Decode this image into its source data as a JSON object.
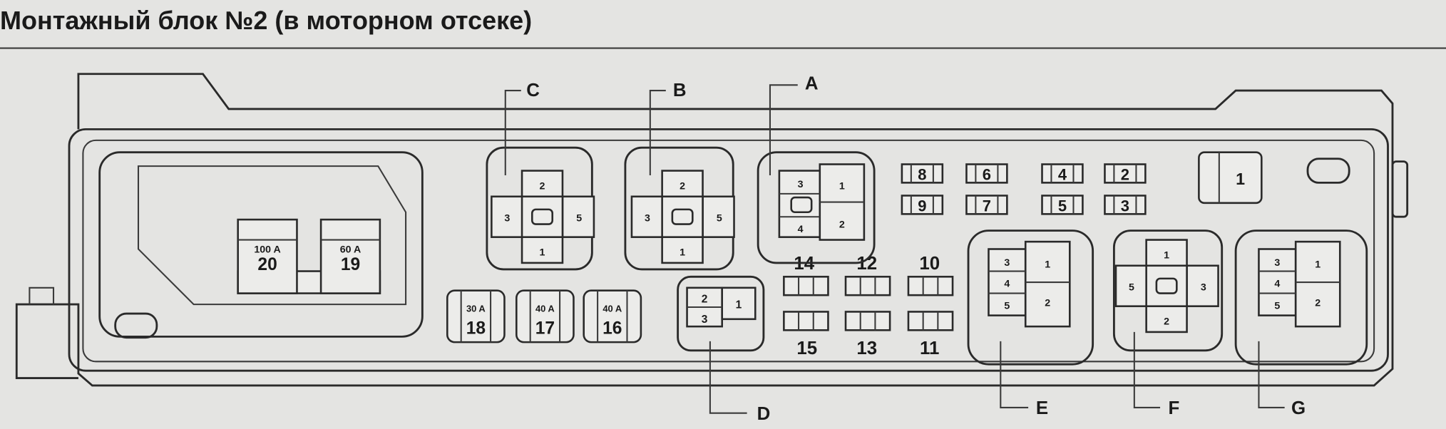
{
  "title": "Монтажный блок №2 (в моторном отсеке)",
  "relays": [
    {
      "id": "C",
      "pins": [
        "2",
        "3",
        "5",
        "1"
      ]
    },
    {
      "id": "B",
      "pins": [
        "2",
        "3",
        "5",
        "1"
      ]
    },
    {
      "id": "A",
      "pins": [
        "3",
        "4",
        "1",
        "2"
      ]
    },
    {
      "id": "D",
      "pins": [
        "2",
        "3",
        "1"
      ]
    },
    {
      "id": "E",
      "pins": [
        "3",
        "4",
        "5",
        "1",
        "2"
      ]
    },
    {
      "id": "F",
      "pins": [
        "1",
        "5",
        "3",
        "2"
      ]
    },
    {
      "id": "G",
      "pins": [
        "3",
        "4",
        "5",
        "1",
        "2"
      ]
    }
  ],
  "fuses_large": [
    {
      "number": "20",
      "rating": "100 A"
    },
    {
      "number": "19",
      "rating": "60 A"
    },
    {
      "number": "18",
      "rating": "30 A"
    },
    {
      "number": "17",
      "rating": "40 A"
    },
    {
      "number": "16",
      "rating": "40 A"
    }
  ],
  "fuses_small": [
    "8",
    "6",
    "4",
    "2",
    "9",
    "7",
    "5",
    "3",
    "1"
  ],
  "fuses_mini": [
    "14",
    "12",
    "10",
    "15",
    "13",
    "11"
  ],
  "colors": {
    "line": "#2a2a2a",
    "background": "#e4e4e2"
  }
}
